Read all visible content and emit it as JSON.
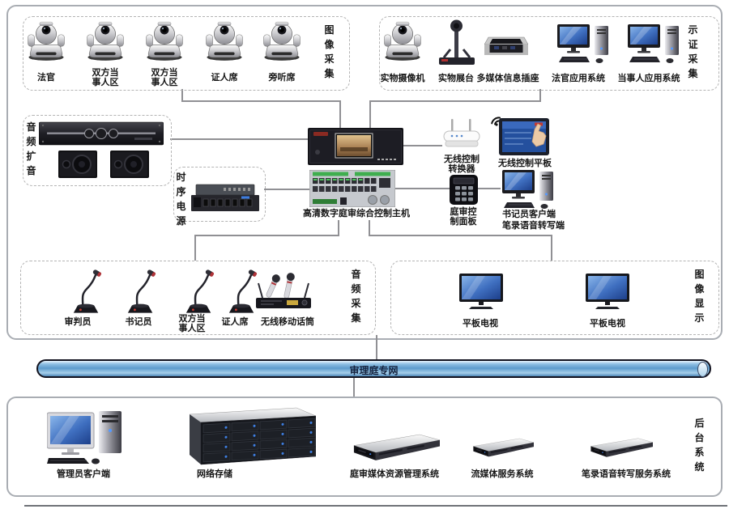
{
  "boxes": {
    "image_capture": {
      "side_label": "图像采集",
      "items": [
        "法官",
        "双方当\n事人区",
        "双方当\n事人区",
        "证人席",
        "旁听席"
      ]
    },
    "evidence_capture": {
      "side_label": "示证采集",
      "items": [
        "实物摄像机",
        "实物展台",
        "多媒体信息插座",
        "法官应用系统",
        "当事人应用系统"
      ]
    },
    "audio_amplify": {
      "side_label": "音频扩音"
    },
    "power_sequencer": {
      "side_label": "时序电源"
    },
    "audio_capture": {
      "side_label": "音频采集",
      "items": [
        "审判员",
        "书记员",
        "双方当\n事人区",
        "证人席",
        "无线移动话筒"
      ]
    },
    "image_display": {
      "side_label": "图像显示",
      "items": [
        "平板电视",
        "平板电视"
      ]
    },
    "backend": {
      "side_label": "后台系统",
      "items": [
        "管理员客户端",
        "网络存储",
        "庭审媒体资源管理系统",
        "流媒体服务系统",
        "笔录语音转写服务系统"
      ]
    }
  },
  "center": {
    "host_label": "高清数字庭审综合控制主机",
    "wireless_converter": "无线控制\n转换器",
    "wireless_tablet": "无线控制平板",
    "control_panel": "庭审控\n制面板",
    "clerk_client": "书记员客户端",
    "clerk_client2": "笔录语音转写端"
  },
  "bus": {
    "label": "审理庭专网"
  },
  "colors": {
    "line": "#909094",
    "bus_blue": "#5d9bcc",
    "screen_blue": "#3f6fc0"
  }
}
